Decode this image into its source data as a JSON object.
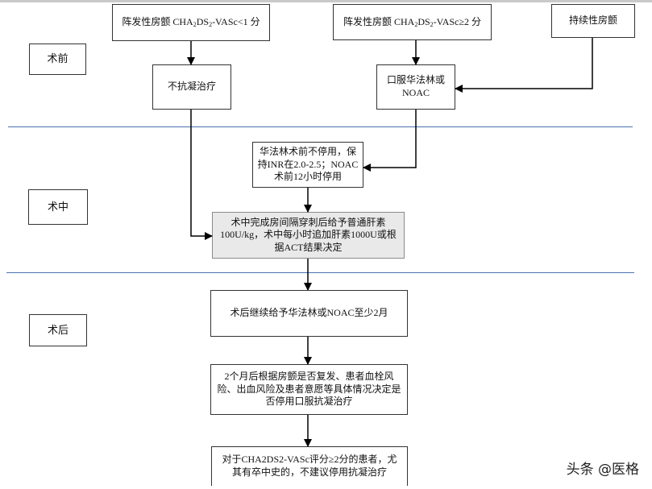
{
  "stages": {
    "pre": "术前",
    "intra": "术中",
    "post": "术后"
  },
  "nodes": {
    "paf_low": {
      "prefix": "阵发性房颤 CHA",
      "s1": "2",
      "mid": "DS",
      "s2": "2",
      "suffix": "-VASc<1 分"
    },
    "paf_high": {
      "prefix": "阵发性房颤 CHA",
      "s1": "2",
      "mid": "DS",
      "s2": "2",
      "suffix": "-VASc≥2 分"
    },
    "persistent_af": "持续性房颤",
    "no_anticoag": "不抗凝治疗",
    "oral_anticoag": {
      "line1": "口服华法林或",
      "line2": "NOAC"
    },
    "warfarin_preop": {
      "line1": "华法林术前不停用，保",
      "line2": "持INR在2.0-2.5；NOAC",
      "line3": "术前12小时停用"
    },
    "heparin_intraop": {
      "line1": "术中完成房间隔穿刺后给予普通肝素",
      "line2": "100U/kg，术中每小时追加肝素1000U或根",
      "line3": "据ACT结果决定"
    },
    "postop_continue": "术后继续给予华法林或NOAC至少2月",
    "two_month_decision": {
      "line1": "2个月后根据房颤是否复发、患者血栓风",
      "line2": "险、出血风险及患者意愿等具体情况决定是",
      "line3": "否停用口服抗凝治疗"
    },
    "high_score_advice": {
      "line1": "对于CHA2DS2-VASc评分≥2分的患者，尤",
      "line2": "其有卒中史的，不建议停用抗凝治疗"
    }
  },
  "colors": {
    "divider": "#4a72b0",
    "border": "#333333",
    "grey_fill": "#e9e9e9"
  },
  "watermark": "头条 @医格"
}
